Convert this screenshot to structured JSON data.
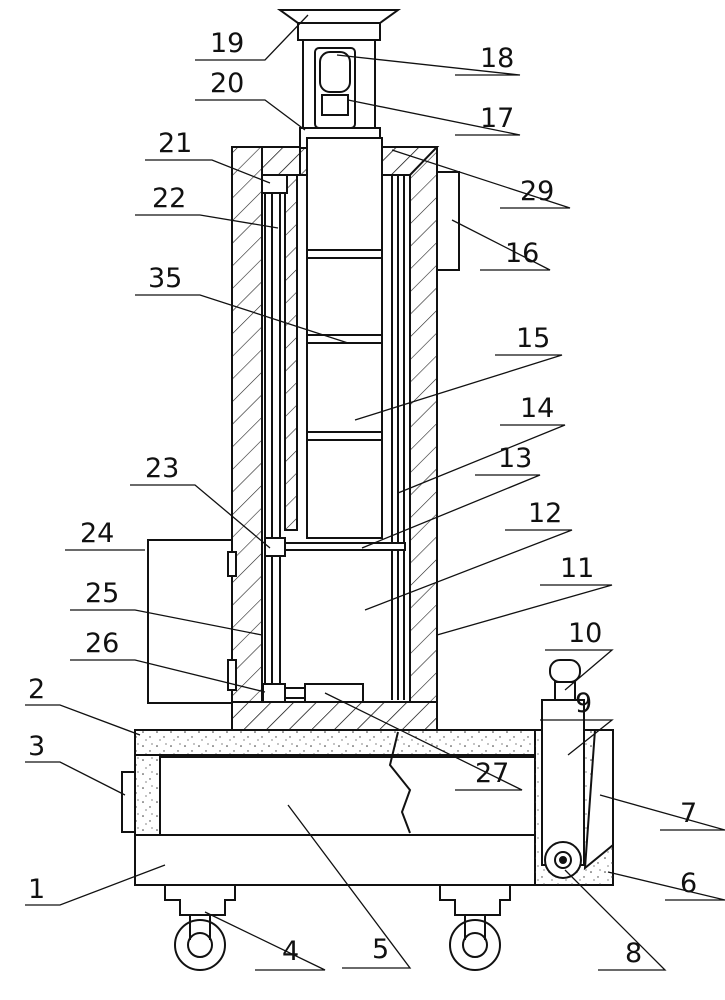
{
  "labels": [
    {
      "key": "1",
      "text": "1"
    },
    {
      "key": "2",
      "text": "2"
    },
    {
      "key": "3",
      "text": "3"
    },
    {
      "key": "4",
      "text": "4"
    },
    {
      "key": "5",
      "text": "5"
    },
    {
      "key": "6",
      "text": "6"
    },
    {
      "key": "7",
      "text": "7"
    },
    {
      "key": "8",
      "text": "8"
    },
    {
      "key": "9",
      "text": "9"
    },
    {
      "key": "10",
      "text": "10"
    },
    {
      "key": "11",
      "text": "11"
    },
    {
      "key": "12",
      "text": "12"
    },
    {
      "key": "13",
      "text": "13"
    },
    {
      "key": "14",
      "text": "14"
    },
    {
      "key": "15",
      "text": "15"
    },
    {
      "key": "16",
      "text": "16"
    },
    {
      "key": "17",
      "text": "17"
    },
    {
      "key": "18",
      "text": "18"
    },
    {
      "key": "19",
      "text": "19"
    },
    {
      "key": "20",
      "text": "20"
    },
    {
      "key": "21",
      "text": "21"
    },
    {
      "key": "22",
      "text": "22"
    },
    {
      "key": "23",
      "text": "23"
    },
    {
      "key": "24",
      "text": "24"
    },
    {
      "key": "25",
      "text": "25"
    },
    {
      "key": "26",
      "text": "26"
    },
    {
      "key": "27",
      "text": "27"
    },
    {
      "key": "29",
      "text": "29"
    },
    {
      "key": "35",
      "text": "35"
    }
  ]
}
